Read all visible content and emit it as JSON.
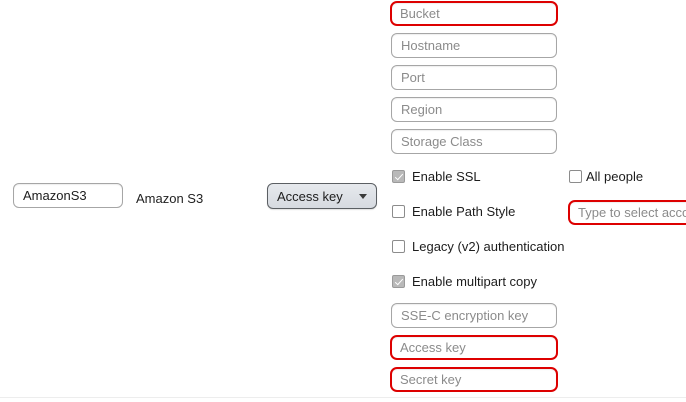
{
  "form": {
    "profile": {
      "name_field": {
        "value": "AmazonS3",
        "placeholder": ""
      },
      "protocol_label": "Amazon S3",
      "credentials_popup": {
        "selected": "Access key",
        "arrow_icon": "chevron-down-icon"
      }
    },
    "connection_fields": [
      {
        "name": "bucket",
        "placeholder": "Bucket",
        "value": "",
        "required": true
      },
      {
        "name": "hostname",
        "placeholder": "Hostname",
        "value": "",
        "required": false
      },
      {
        "name": "port",
        "placeholder": "Port",
        "value": "",
        "required": false
      },
      {
        "name": "region",
        "placeholder": "Region",
        "value": "",
        "required": false
      },
      {
        "name": "storage-class",
        "placeholder": "Storage Class",
        "value": "",
        "required": false
      }
    ],
    "options": [
      {
        "name": "enable-ssl",
        "label": "Enable SSL",
        "checked": true
      },
      {
        "name": "enable-path-style",
        "label": "Enable Path Style",
        "checked": false
      },
      {
        "name": "legacy-v2-auth",
        "label": "Legacy (v2) authentication",
        "checked": false
      },
      {
        "name": "enable-multipart-copy",
        "label": "Enable multipart copy",
        "checked": true
      }
    ],
    "key_fields": [
      {
        "name": "sse-c-encryption-key",
        "placeholder": "SSE-C encryption key",
        "value": "",
        "required": false
      },
      {
        "name": "access-key",
        "placeholder": "Access key",
        "value": "",
        "required": true
      },
      {
        "name": "secret-key",
        "placeholder": "Secret key",
        "value": "",
        "required": true
      }
    ],
    "permissions": {
      "all_people": {
        "label": "All people",
        "checked": false
      },
      "account_field": {
        "placeholder": "Type to select acco",
        "value": "",
        "required": true
      }
    }
  },
  "colors": {
    "required_border": "#dd0000",
    "field_border": "#a6a6a6",
    "placeholder_text": "#8b8b8b",
    "value_text": "#1d1d1d",
    "popup_border": "#5b5f63",
    "divider": "#ededed"
  }
}
